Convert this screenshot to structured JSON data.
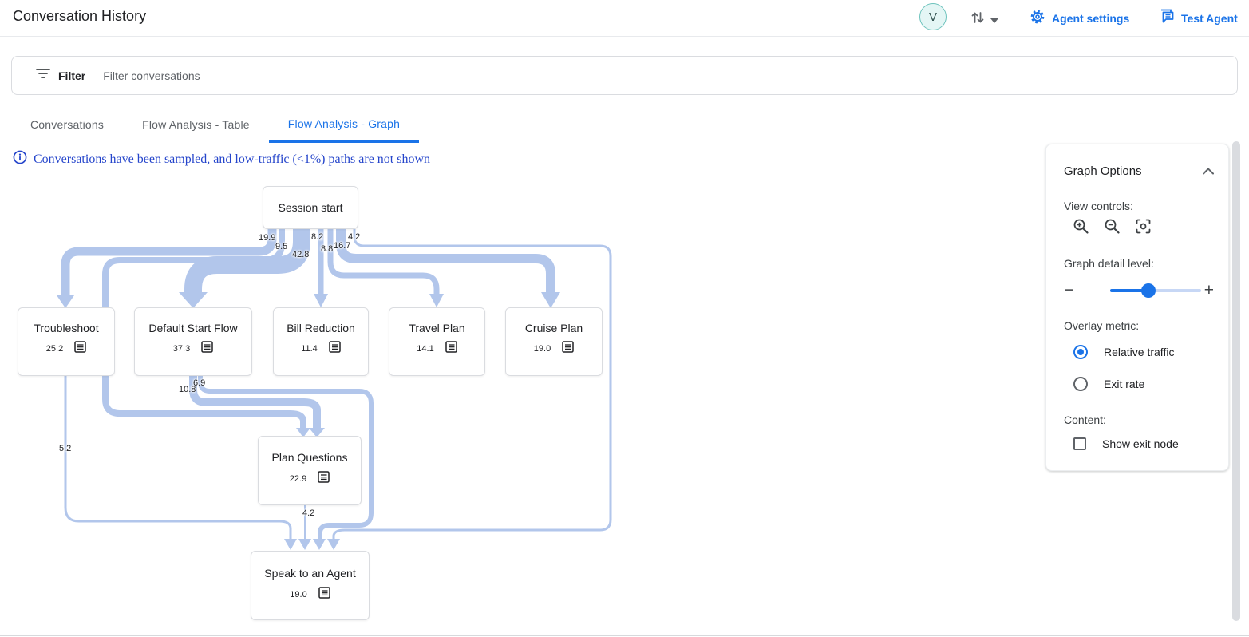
{
  "header": {
    "title": "Conversation History",
    "avatar_initial": "V",
    "agent_settings_label": "Agent settings",
    "test_agent_label": "Test Agent"
  },
  "filter_bar": {
    "label": "Filter",
    "placeholder": "Filter conversations"
  },
  "tabs": [
    {
      "label": "Conversations",
      "active": false
    },
    {
      "label": "Flow Analysis - Table",
      "active": false
    },
    {
      "label": "Flow Analysis - Graph",
      "active": true
    }
  ],
  "notice": {
    "text": "Conversations have been sampled, and low-traffic (<1%) paths are not shown"
  },
  "flow_graph": {
    "nodes": [
      {
        "id": "session_start",
        "label": "Session start",
        "value": ""
      },
      {
        "id": "troubleshoot",
        "label": "Troubleshoot",
        "value": "25.2"
      },
      {
        "id": "default_start_flow",
        "label": "Default Start Flow",
        "value": "37.3"
      },
      {
        "id": "bill_reduction",
        "label": "Bill Reduction",
        "value": "11.4"
      },
      {
        "id": "travel_plan",
        "label": "Travel Plan",
        "value": "14.1"
      },
      {
        "id": "cruise_plan",
        "label": "Cruise Plan",
        "value": "19.0"
      },
      {
        "id": "plan_questions",
        "label": "Plan Questions",
        "value": "22.9"
      },
      {
        "id": "speak_to_agent",
        "label": "Speak to an Agent",
        "value": "19.0"
      }
    ],
    "edges": [
      {
        "from": "Session start",
        "to": "Troubleshoot",
        "value": "19.9"
      },
      {
        "from": "Session start",
        "to": "Plan Questions",
        "value": "9.5"
      },
      {
        "from": "Session start",
        "to": "Default Start Flow",
        "value": "42.8"
      },
      {
        "from": "Session start",
        "to": "Bill Reduction",
        "value": "8.2"
      },
      {
        "from": "Session start",
        "to": "Travel Plan",
        "value": "8.8"
      },
      {
        "from": "Session start",
        "to": "Cruise Plan",
        "value": "16.7"
      },
      {
        "from": "Session start",
        "to": "Speak to an Agent",
        "value": "4.2"
      },
      {
        "from": "Default Start Flow",
        "to": "Plan Questions",
        "value": "10.8"
      },
      {
        "from": "Default Start Flow",
        "to": "Speak to an Agent",
        "value": "6.9"
      },
      {
        "from": "Troubleshoot",
        "to": "Speak to an Agent",
        "value": "5.2"
      },
      {
        "from": "Plan Questions",
        "to": "Speak to an Agent",
        "value": "4.2"
      }
    ]
  },
  "graph_options": {
    "title": "Graph Options",
    "view_controls_label": "View controls:",
    "detail_label": "Graph detail level:",
    "overlay_label": "Overlay metric:",
    "overlay_options": [
      {
        "label": "Relative traffic",
        "selected": true
      },
      {
        "label": "Exit rate",
        "selected": false
      }
    ],
    "content_label": "Content:",
    "show_exit_node_label": "Show exit node",
    "show_exit_node_checked": false,
    "accent_color": "#1a73e8"
  }
}
